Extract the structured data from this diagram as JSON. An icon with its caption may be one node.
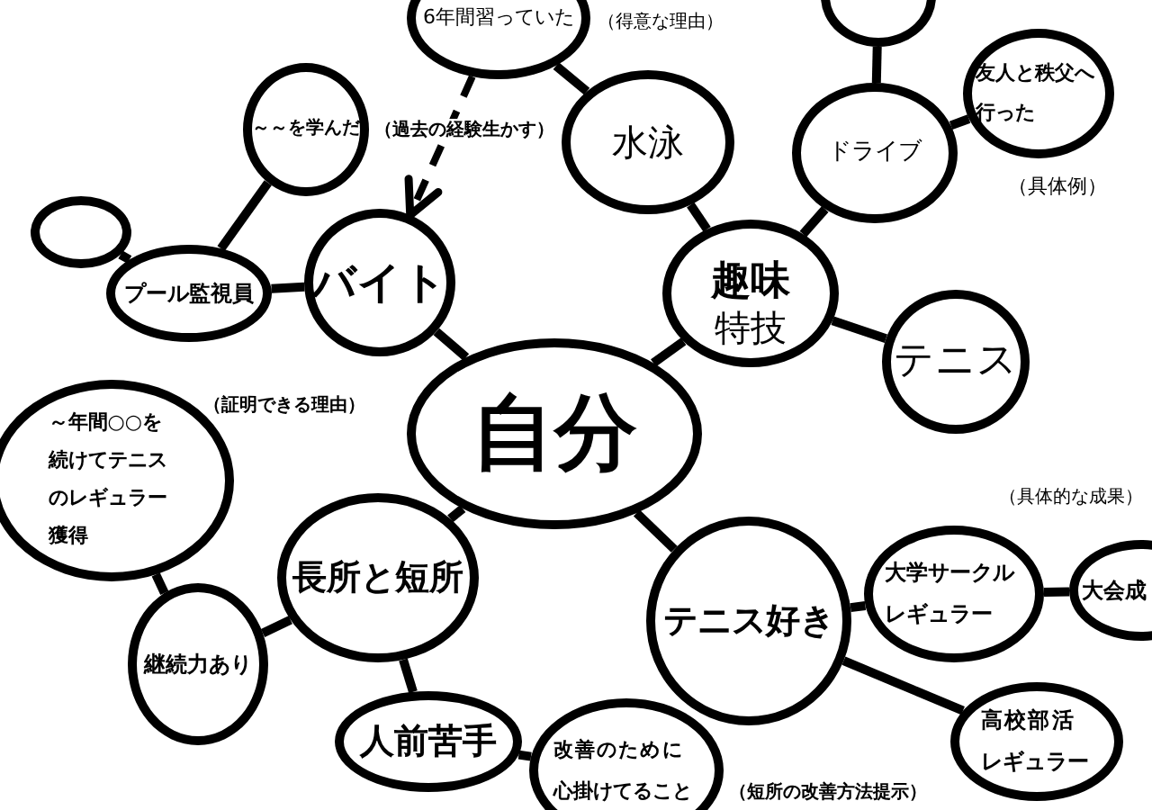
{
  "diagram": {
    "nodes": [
      {
        "text": [
          "6年間習っていた"
        ],
        "beside": [
          "（得意な理由）"
        ]
      },
      {
        "text": [],
        "shape": "circle"
      },
      {
        "text": [
          "友人と秩父へ行った"
        ],
        "beside": [
          "（具体例）"
        ]
      },
      {
        "text": [
          "～～を学んだ"
        ]
      },
      {
        "text": [
          "水泳"
        ]
      },
      {
        "text": [
          "ドライブ"
        ]
      },
      {
        "text": [],
        "shape": "circle"
      },
      {
        "text": [
          "バイト"
        ]
      },
      {
        "text": [
          "プール監視員"
        ]
      },
      {
        "text": [
          "趣味",
          "特技"
        ]
      },
      {
        "text": [
          "テニス"
        ]
      },
      {
        "text": [
          "自分"
        ]
      },
      {
        "text": [
          "～年間○○を続けてテニスのレギュラー獲得"
        ],
        "beside": [
          "（証明できる理由）"
        ]
      },
      {
        "text": [
          "長所と短所"
        ]
      },
      {
        "text": [
          "大学サークルレギュラー"
        ],
        "beside": [
          "（具体的な成果）"
        ]
      },
      {
        "text": [
          "大会成"
        ]
      },
      {
        "text": [
          "テニス好き"
        ]
      },
      {
        "text": [
          "継続力あり"
        ]
      },
      {
        "text": [
          "人前苦手"
        ]
      },
      {
        "text": [
          "改善のために心掛けてること"
        ],
        "beside": [
          "（短所の改善方法提示）"
        ]
      },
      {
        "text": [
          "高校部活レギュラー"
        ]
      }
    ],
    "edges": [
      {
        "from": 11,
        "to": 7,
        "arrow": "none"
      },
      {
        "from": 7,
        "to": 8,
        "arrow": "none"
      },
      {
        "from": 8,
        "to": 3,
        "arrow": "none"
      },
      {
        "from": 8,
        "to": 6,
        "arrow": "none"
      },
      {
        "from": 0,
        "to": 7,
        "arrow": "to",
        "style": "dashed",
        "label": "（過去の経験生かす）"
      },
      {
        "from": 11,
        "to": 9,
        "arrow": "none"
      },
      {
        "from": 9,
        "to": 4,
        "arrow": "none"
      },
      {
        "from": 4,
        "to": 0,
        "arrow": "none"
      },
      {
        "from": 9,
        "to": 5,
        "arrow": "none"
      },
      {
        "from": 5,
        "to": 1,
        "arrow": "none"
      },
      {
        "from": 5,
        "to": 2,
        "arrow": "none"
      },
      {
        "from": 9,
        "to": 10,
        "arrow": "none"
      },
      {
        "from": 11,
        "to": 13,
        "arrow": "none"
      },
      {
        "from": 13,
        "to": 17,
        "arrow": "none"
      },
      {
        "from": 17,
        "to": 12,
        "arrow": "none"
      },
      {
        "from": 13,
        "to": 18,
        "arrow": "none"
      },
      {
        "from": 18,
        "to": 19,
        "arrow": "none"
      },
      {
        "from": 11,
        "to": 16,
        "arrow": "none"
      },
      {
        "from": 16,
        "to": 14,
        "arrow": "none"
      },
      {
        "from": 14,
        "to": 15,
        "arrow": "none"
      },
      {
        "from": 16,
        "to": 20,
        "arrow": "none"
      }
    ]
  }
}
